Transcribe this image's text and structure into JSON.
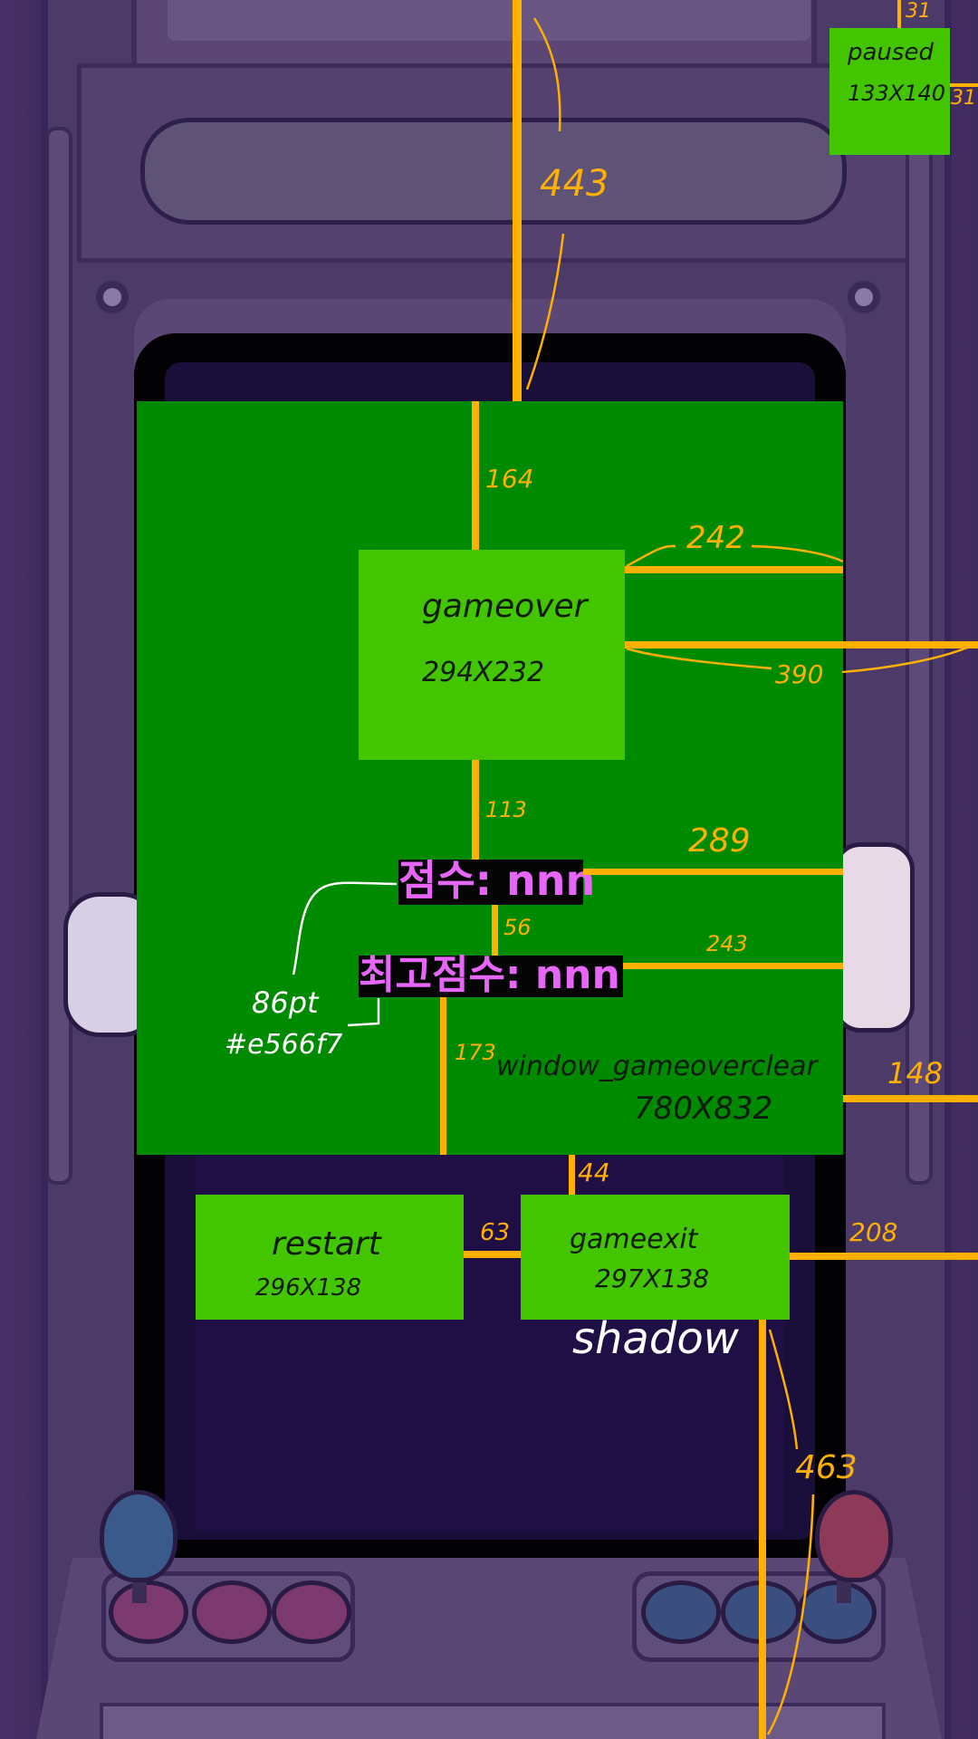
{
  "boxes": {
    "paused": {
      "name": "paused",
      "size": "133X140"
    },
    "gameover": {
      "name": "gameover",
      "size": "294X232"
    },
    "window": {
      "name": "window_gameoverclear",
      "size": "780X832"
    },
    "restart": {
      "name": "restart",
      "size": "296X138"
    },
    "gameexit": {
      "name": "gameexit",
      "size": "297X138"
    }
  },
  "texts": {
    "score": "점수: nnn",
    "high_score": "최고점수: nnn"
  },
  "annotations": {
    "font_size": "86pt",
    "font_color": "#e566f7",
    "shadow": "shadow"
  },
  "dimensions": {
    "paused_top": "31",
    "paused_right": "31",
    "window_top": "443",
    "gameover_top": "164",
    "gameover_right": "242",
    "gameover_to_edge": "390",
    "gameover_to_score": "113",
    "score_right": "289",
    "score_gap": "56",
    "high_score_right": "243",
    "high_score_to_bottom": "173",
    "window_right": "148",
    "window_to_buttons": "44",
    "button_gap": "63",
    "gameexit_right": "208",
    "buttons_bottom": "463"
  },
  "colors": {
    "window_fill": "#008a00",
    "box_fill": "#43c600",
    "guide": "#ffb000",
    "text_color": "#e566f7"
  }
}
